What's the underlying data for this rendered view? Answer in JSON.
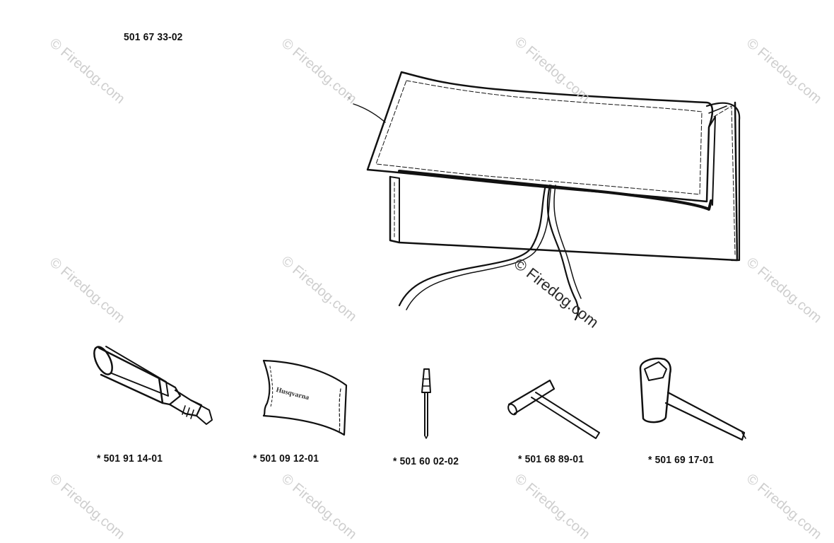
{
  "title_part": "501 67 33-02",
  "callout_star": "*",
  "parts": [
    {
      "label": "*  501 91 14-01"
    },
    {
      "label": "*  501 09 12-01"
    },
    {
      "label": "*  501 60 02-02"
    },
    {
      "label": "*  501 68 89-01"
    },
    {
      "label": "*  501 69 17-01"
    }
  ],
  "watermark": "© Firedog.com",
  "brand_text": "Husqvarna"
}
